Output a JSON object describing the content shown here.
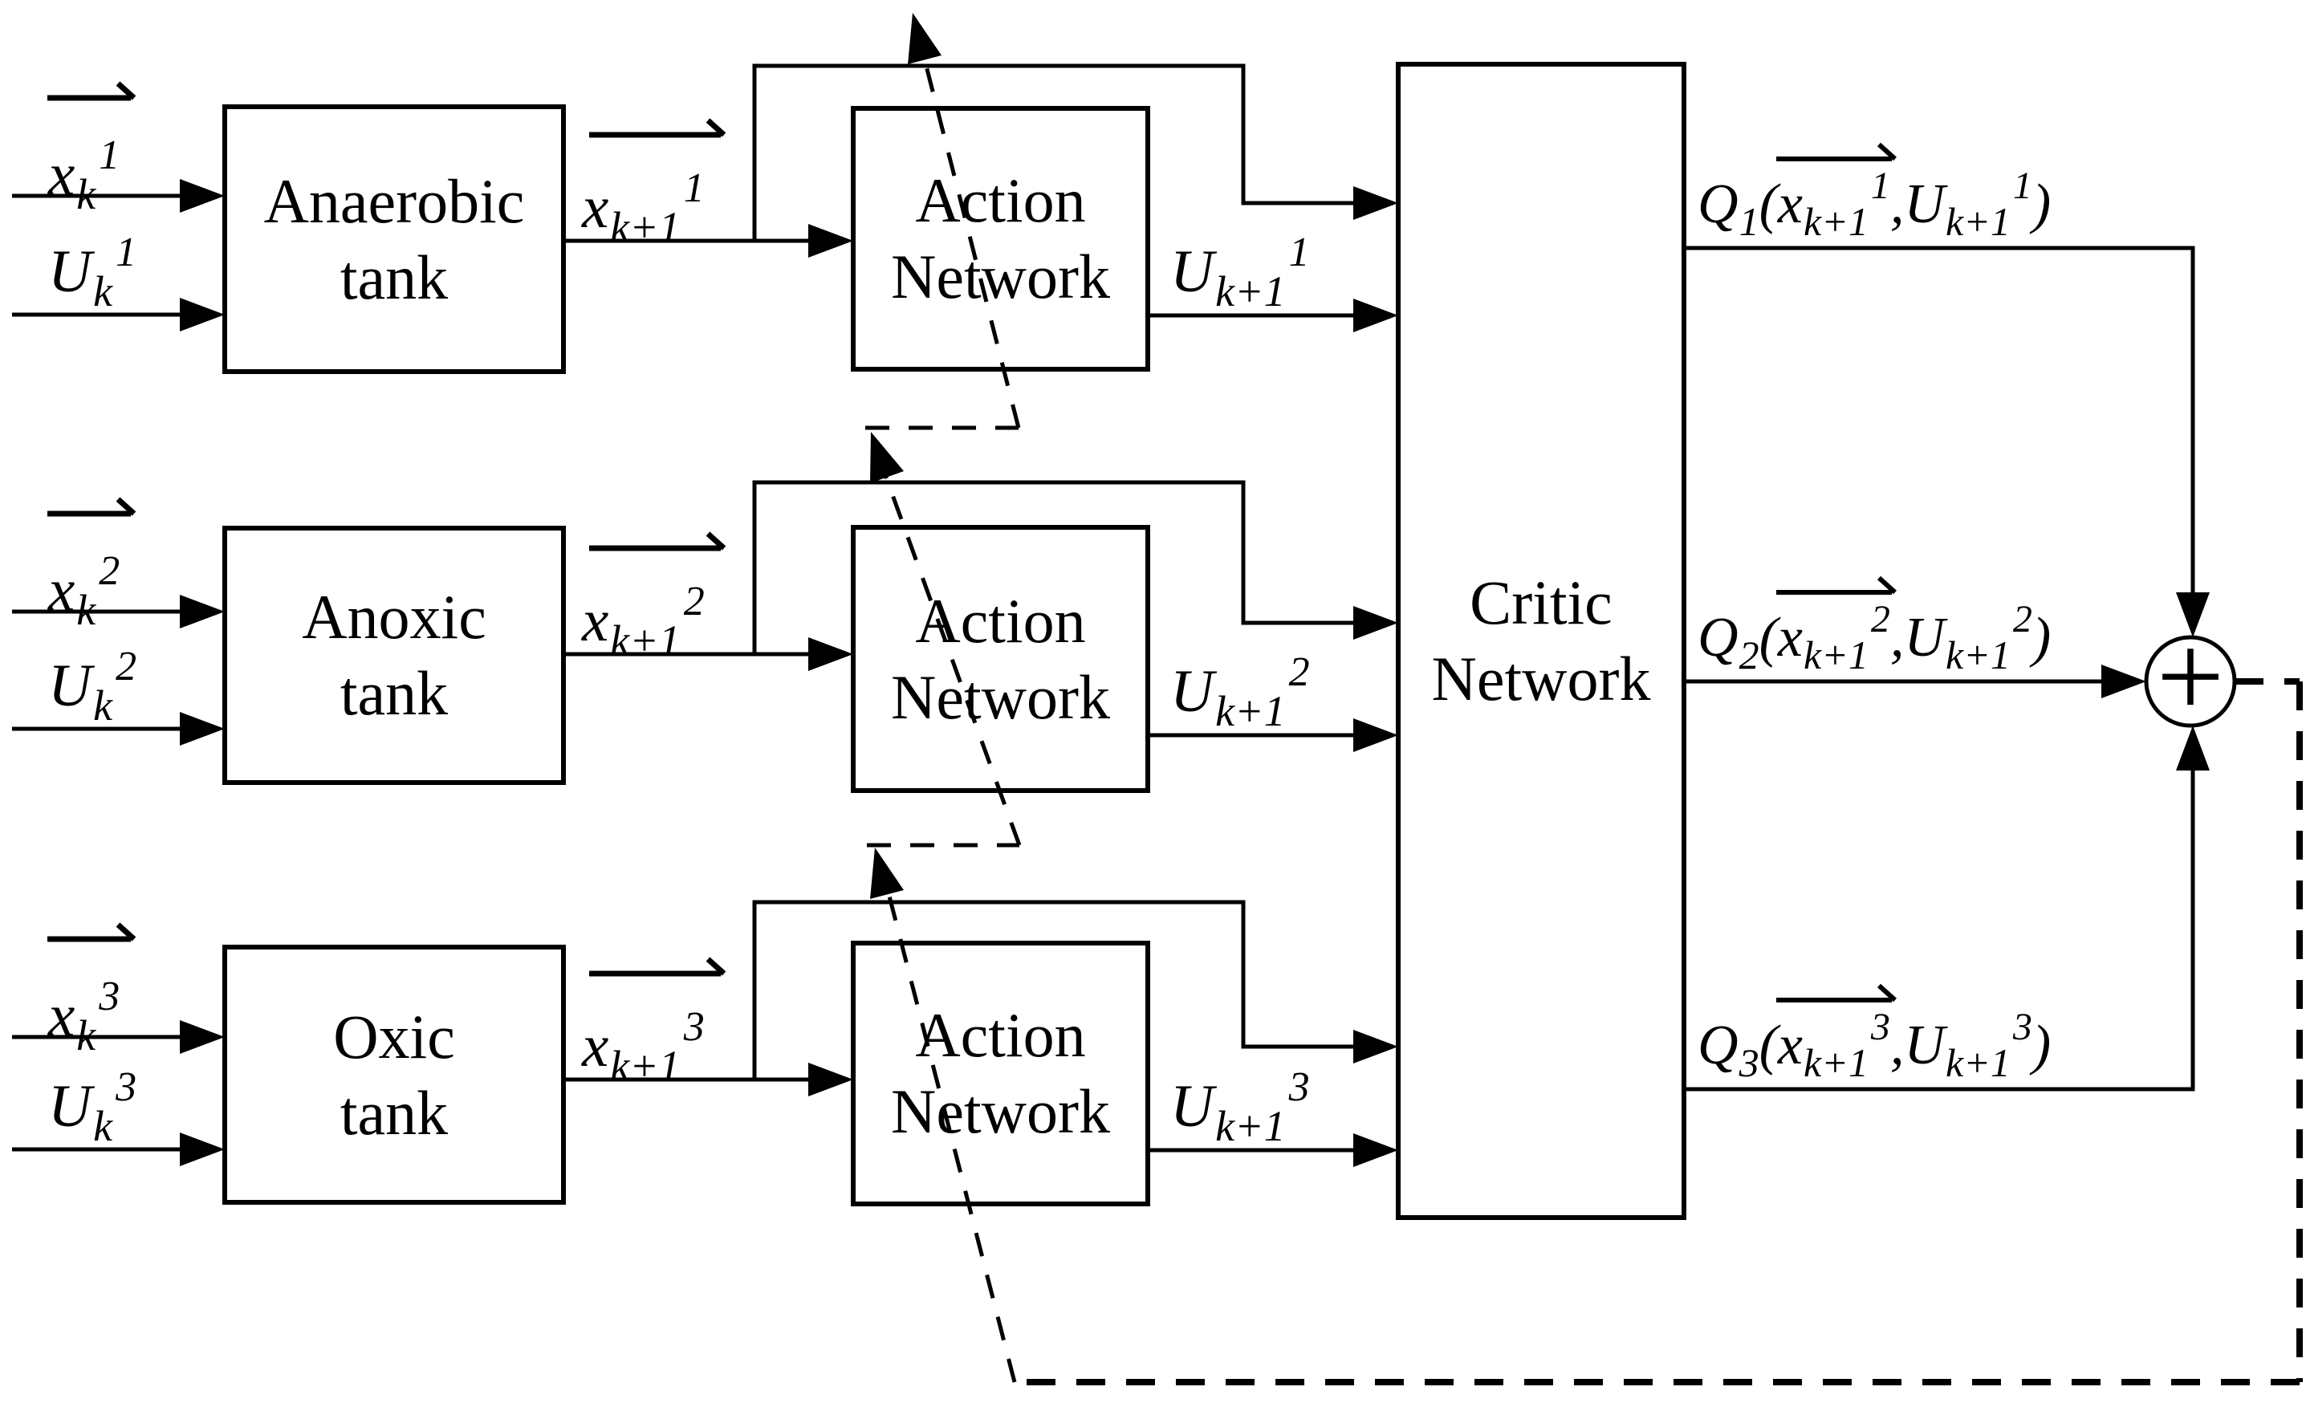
{
  "colors": {
    "ink": "#000000",
    "paper": "#ffffff"
  },
  "critic": {
    "label_line1": "Critic",
    "label_line2": "Network"
  },
  "sum_node": {
    "operator": "+"
  },
  "rows": [
    {
      "tank_line1": "Anaerobic",
      "tank_line2": "tank",
      "action_line1": "Action",
      "action_line2": "Network",
      "input_state": {
        "base": "x",
        "sub": "k",
        "sup": "1"
      },
      "input_control": {
        "base": "U",
        "sub": "k",
        "sup": "1"
      },
      "next_state": {
        "base": "x",
        "sub": "k+1",
        "sup": "1"
      },
      "next_control": {
        "base": "U",
        "sub": "k+1",
        "sup": "1"
      }
    },
    {
      "tank_line1": "Anoxic",
      "tank_line2": "tank",
      "action_line1": "Action",
      "action_line2": "Network",
      "input_state": {
        "base": "x",
        "sub": "k",
        "sup": "2"
      },
      "input_control": {
        "base": "U",
        "sub": "k",
        "sup": "2"
      },
      "next_state": {
        "base": "x",
        "sub": "k+1",
        "sup": "2"
      },
      "next_control": {
        "base": "U",
        "sub": "k+1",
        "sup": "2"
      }
    },
    {
      "tank_line1": "Oxic",
      "tank_line2": "tank",
      "action_line1": "Action",
      "action_line2": "Network",
      "input_state": {
        "base": "x",
        "sub": "k",
        "sup": "3"
      },
      "input_control": {
        "base": "U",
        "sub": "k",
        "sup": "3"
      },
      "next_state": {
        "base": "x",
        "sub": "k+1",
        "sup": "3"
      },
      "next_control": {
        "base": "U",
        "sub": "k+1",
        "sup": "3"
      }
    }
  ],
  "q_outputs": [
    {
      "fn": "Q",
      "fn_sub": "1",
      "open": "(",
      "x_base": "x",
      "x_sub": "k+1",
      "x_sup": "1",
      "sep": ",",
      "u_base": "U",
      "u_sub": "k+1",
      "u_sup": "1",
      "close": ")"
    },
    {
      "fn": "Q",
      "fn_sub": "2",
      "open": "(",
      "x_base": "x",
      "x_sub": "k+1",
      "x_sup": "2",
      "sep": ",",
      "u_base": "U",
      "u_sub": "k+1",
      "u_sup": "2",
      "close": ")"
    },
    {
      "fn": "Q",
      "fn_sub": "3",
      "open": "(",
      "x_base": "x",
      "x_sub": "k+1",
      "x_sup": "3",
      "sep": ",",
      "u_base": "U",
      "u_sub": "k+1",
      "u_sup": "3",
      "close": ")"
    }
  ]
}
